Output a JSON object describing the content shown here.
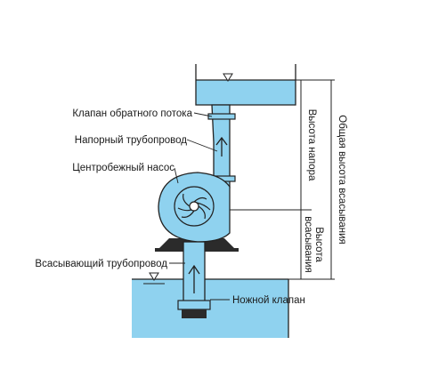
{
  "labels": {
    "check_valve": "Клапан обратного потока",
    "pressure_pipe": "Напорный трубопровод",
    "centrifugal_pump": "Центробежный насос",
    "suction_pipe": "Всасывающий трубопровод",
    "foot_valve": "Ножной клапан",
    "pressure_height": "Высота напора",
    "suction_height_line1": "Высота",
    "suction_height_line2": "всасывания",
    "total_suction_height": "Общая высота всасывания"
  },
  "colors": {
    "water": "#8fd2ef",
    "water_deep": "#6cc3ea",
    "outline": "#222222"
  }
}
